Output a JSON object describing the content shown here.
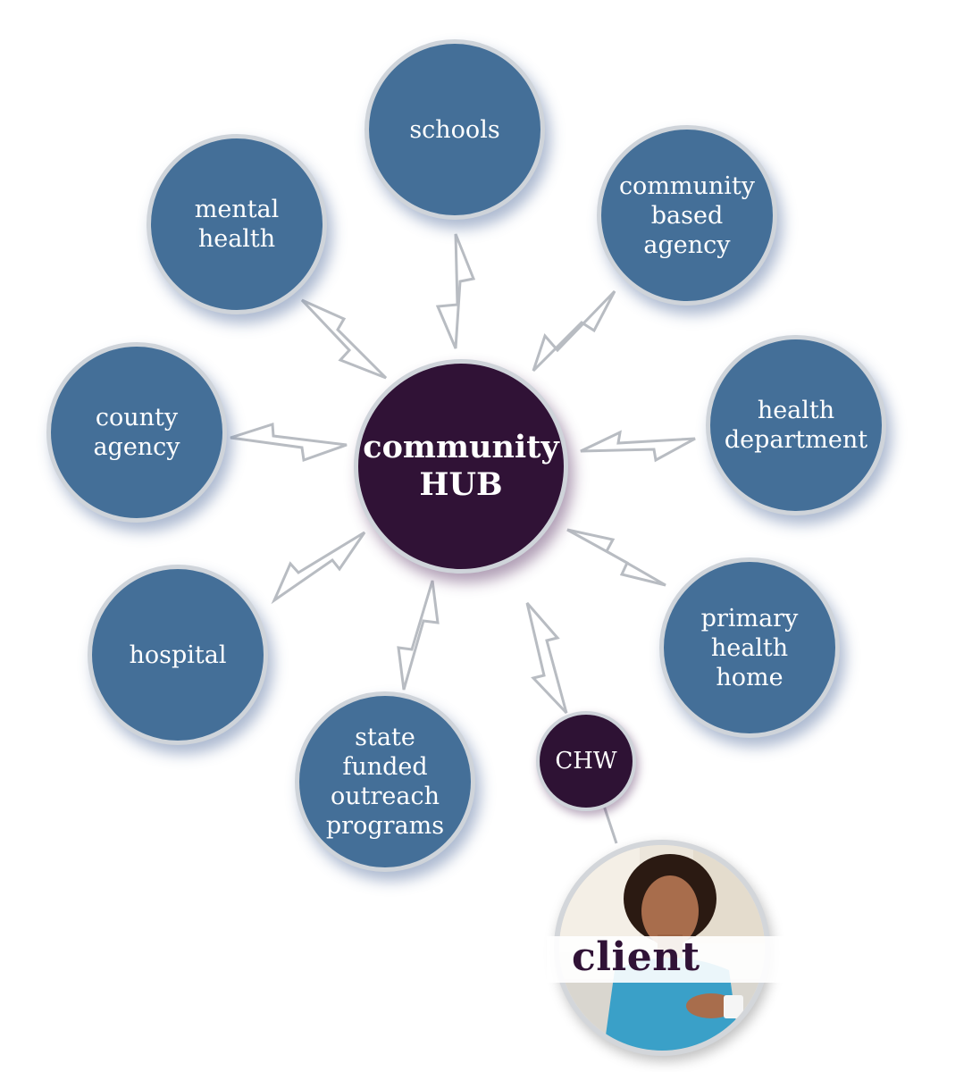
{
  "hub": {
    "label": "community\nHUB"
  },
  "chw": {
    "label": "CHW"
  },
  "client": {
    "label": "client"
  },
  "nodes": {
    "schools": "schools",
    "community_based_agency": "community\nbased\nagency",
    "health_department": "health\ndepartment",
    "primary_health_home": "primary\nhealth\nhome",
    "state_funded_outreach": "state\nfunded\noutreach\nprograms",
    "hospital": "hospital",
    "county_agency": "county\nagency",
    "mental_health": "mental\nhealth"
  },
  "colors": {
    "node_fill": "#446f98",
    "hub_fill": "#301236",
    "node_border": "#cfd4da",
    "connector": "#b8bcc2"
  }
}
